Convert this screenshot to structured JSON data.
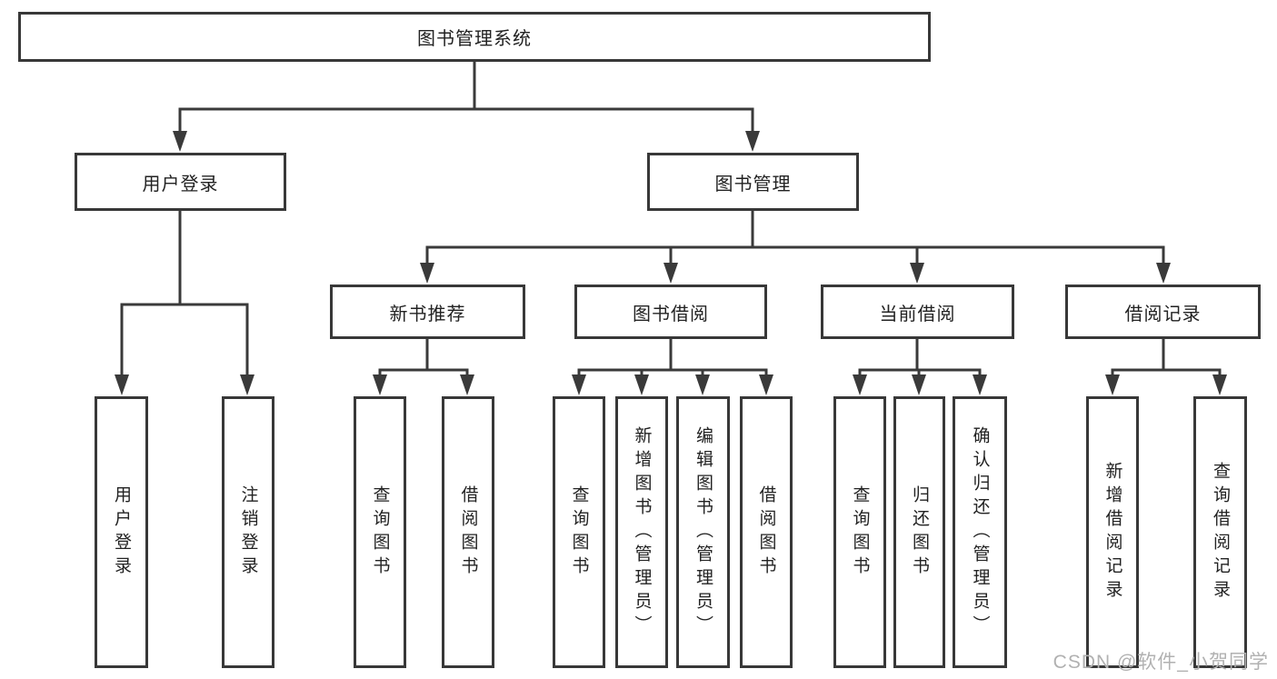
{
  "title": "图书管理系统",
  "watermark": "CSDN @软件_小贺同学",
  "colors": {
    "line": "#3a3a3a",
    "border": "#383838",
    "text": "#222222",
    "bg": "#ffffff",
    "watermark": "#b1b1b1"
  },
  "nodes": {
    "root": {
      "label": "图书管理系统"
    },
    "userLogin": {
      "label": "用户登录"
    },
    "bookMgmt": {
      "label": "图书管理"
    },
    "newBookRec": {
      "label": "新书推荐"
    },
    "bookBorrow": {
      "label": "图书借阅"
    },
    "currentBorrow": {
      "label": "当前借阅"
    },
    "borrowRecord": {
      "label": "借阅记录"
    },
    "loginLeaf": {
      "label": "用户登录"
    },
    "logoutLeaf": {
      "label": "注销登录"
    },
    "recQueryLeaf": {
      "label": "查询图书"
    },
    "recBorrowLeaf": {
      "label": "借阅图书"
    },
    "bbQueryLeaf": {
      "label": "查询图书"
    },
    "bbAddLeaf": {
      "label": "新增图书（管理员）"
    },
    "bbEditLeaf": {
      "label": "编辑图书（管理员）"
    },
    "bbBorrowLeaf": {
      "label": "借阅图书"
    },
    "cbQueryLeaf": {
      "label": "查询图书"
    },
    "cbReturnLeaf": {
      "label": "归还图书"
    },
    "cbConfirmLeaf": {
      "label": "确认归还（管理员）"
    },
    "brAddLeaf": {
      "label": "新增借阅记录"
    },
    "brQueryLeaf": {
      "label": "查询借阅记录"
    }
  }
}
